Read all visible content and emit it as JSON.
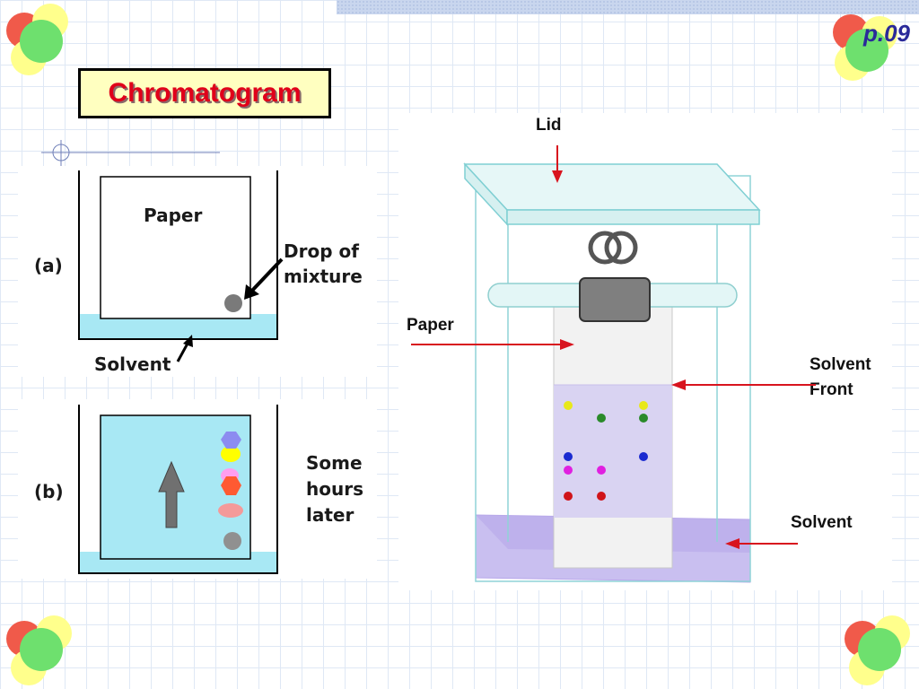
{
  "slide": {
    "page_number": "p.09",
    "title": "Chromatogram"
  },
  "diagram_a": {
    "part_label": "(a)",
    "paper_label": "Paper",
    "drop_label_line1": "Drop of",
    "drop_label_line2": "mixture",
    "solvent_label": "Solvent"
  },
  "diagram_b": {
    "part_label": "(b)",
    "time_line1": "Some",
    "time_line2": "hours",
    "time_line3": "later"
  },
  "apparatus": {
    "lid_label": "Lid",
    "paper_label": "Paper",
    "solvent_front_line1": "Solvent",
    "solvent_front_line2": "Front",
    "solvent_label": "Solvent"
  },
  "colors": {
    "title_text": "#e0001a",
    "title_bg": "#ffffc0",
    "solvent": "#a8e8f4",
    "arrow_red": "#d8141e",
    "page_number": "#2a2a9a"
  }
}
